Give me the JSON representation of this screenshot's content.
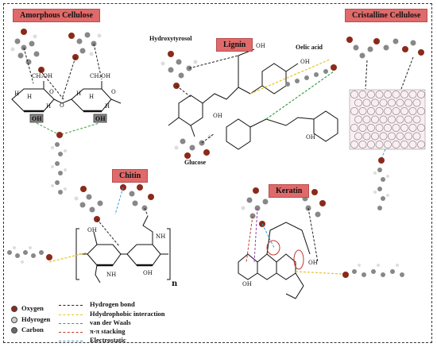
{
  "panels": {
    "amorphous": "Amorphous Cellulose",
    "lignin": "Lignin",
    "crystalline": "Cristalline Cellulose",
    "chitin": "Chitin",
    "keratin": "Keratin"
  },
  "annotations": {
    "hydroxytyrosol": "Hydroxytyrosol",
    "oleic_acid": "Oelic acid",
    "glucose": "Glucose"
  },
  "chem_text": {
    "ch2oh": "CH₂OH",
    "oh": "OH",
    "nh": "NH",
    "n": "n",
    "h": "H",
    "o": "O"
  },
  "legend": {
    "atoms": [
      {
        "label": "Oxygen",
        "color": "#8b2a1a"
      },
      {
        "label": "Hdyrogen",
        "color": "#cfcfcf"
      },
      {
        "label": "Carbon",
        "color": "#6a6a6a"
      }
    ],
    "interactions": [
      {
        "label": "Hydrogen bond",
        "color": "#222222"
      },
      {
        "label": "Hdydrophobic interaction",
        "color": "#e8c21a"
      },
      {
        "label": "van der Waals",
        "color": "#3aa040"
      },
      {
        "label": "π-π stacking",
        "color": "#c0392b"
      },
      {
        "label": "Electrostatic",
        "color": "#3aa0d8"
      }
    ]
  }
}
